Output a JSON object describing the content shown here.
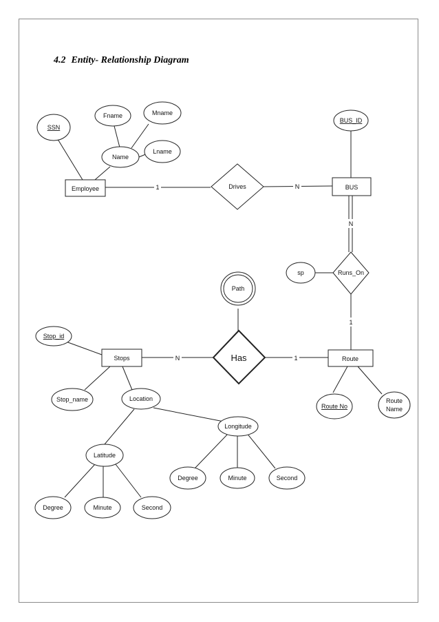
{
  "section": {
    "number": "4.2",
    "title": "Entity- Relationship Diagram"
  },
  "entities": {
    "employee": "Employee",
    "bus": "BUS",
    "stops": "Stops",
    "route": "Route"
  },
  "relationships": {
    "drives": "Drives",
    "runs_on": "Runs_On",
    "has": "Has"
  },
  "attributes": {
    "ssn": "SSN",
    "name": "Name",
    "fname": "Fname",
    "mname": "Mname",
    "lname": "Lname",
    "bus_id": "BUS_ID",
    "sp": "sp",
    "path": "Path",
    "stop_id": "Stop_id",
    "stop_name": "Stop_name",
    "location": "Location",
    "latitude": "Latitude",
    "longitude": "Longitude",
    "lat_degree": "Degree",
    "lat_minute": "Minute",
    "lat_second": "Second",
    "lon_degree": "Degree",
    "lon_minute": "Minute",
    "lon_second": "Second",
    "route_no": "Route No",
    "route_name_1": "Route",
    "route_name_2": "Name"
  },
  "cardinalities": {
    "employee_drives": "1",
    "drives_bus": "N",
    "bus_runs_on": "N",
    "runs_on_route": "1",
    "stops_has": "N",
    "has_route": "1"
  }
}
